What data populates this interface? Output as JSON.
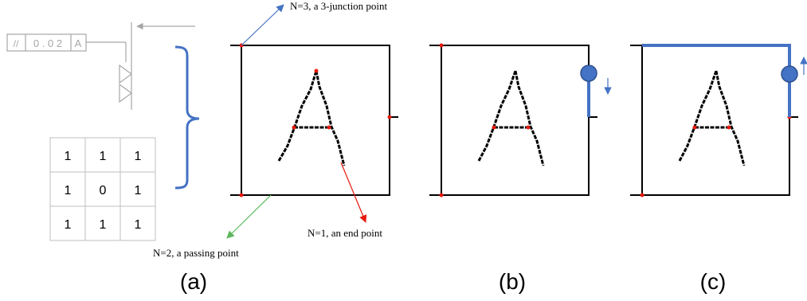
{
  "tolerance_frame": {
    "symbol": "//",
    "value": "0 . 0 2",
    "datum": "A"
  },
  "kernel_matrix": [
    [
      "1",
      "1",
      "1"
    ],
    [
      "1",
      "0",
      "1"
    ],
    [
      "1",
      "1",
      "1"
    ]
  ],
  "annotations": {
    "junction": "N=3, a 3-junction point",
    "end": "N=1, an end point",
    "passing": "N=2, a passing point"
  },
  "panel_labels": {
    "a": "(a)",
    "b": "(b)",
    "c": "(c)"
  },
  "colors": {
    "trace": "#4472c4",
    "node_fill": "#4472c4",
    "junction_arrow": "#4472c4",
    "end_arrow": "#e8180c",
    "passing_arrow": "#5cb85c",
    "feature_point": "#e8180c",
    "drawing_gray": "#a6a6a6"
  }
}
